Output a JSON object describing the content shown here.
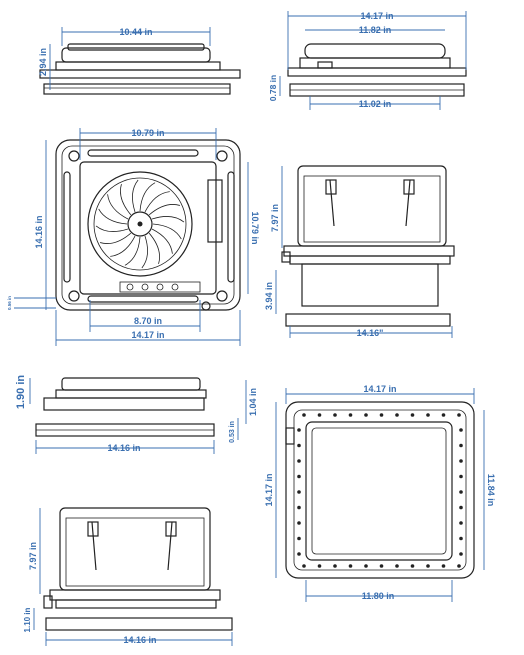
{
  "colors": {
    "dimension": "#3a6fb0",
    "outline": "#222222",
    "background": "#ffffff"
  },
  "views": {
    "side_top_left": {
      "width": "10.44 in",
      "height": "2.94 in"
    },
    "side_top_right": {
      "width_outer": "14.17 in",
      "width_inner": "11.82 in",
      "width_base": "11.02 in",
      "height": "0.78 in"
    },
    "top_view": {
      "width_top": "10.79 in",
      "height_left": "14.16 in",
      "height_right": "10.79 in",
      "width_bottom": "8.70 in",
      "width_total": "14.17 in",
      "small_left": "0.56 in"
    },
    "open_side_right": {
      "height_upper": "7.97 in",
      "height_lower": "3.94 in",
      "width": "14.16\""
    },
    "side_mid_left": {
      "height": "1.90 in",
      "width": "14.16 in",
      "flange": "1.04 in",
      "small": "0.53 in"
    },
    "bottom_view": {
      "width_outer": "14.17 in",
      "height_left": "14.17 in",
      "height_right": "11.84 in",
      "width_inner": "11.80 in"
    },
    "open_side_left": {
      "height_upper": "7.97 in",
      "height_lower": "1.10 in",
      "width": "14.16 in"
    }
  }
}
